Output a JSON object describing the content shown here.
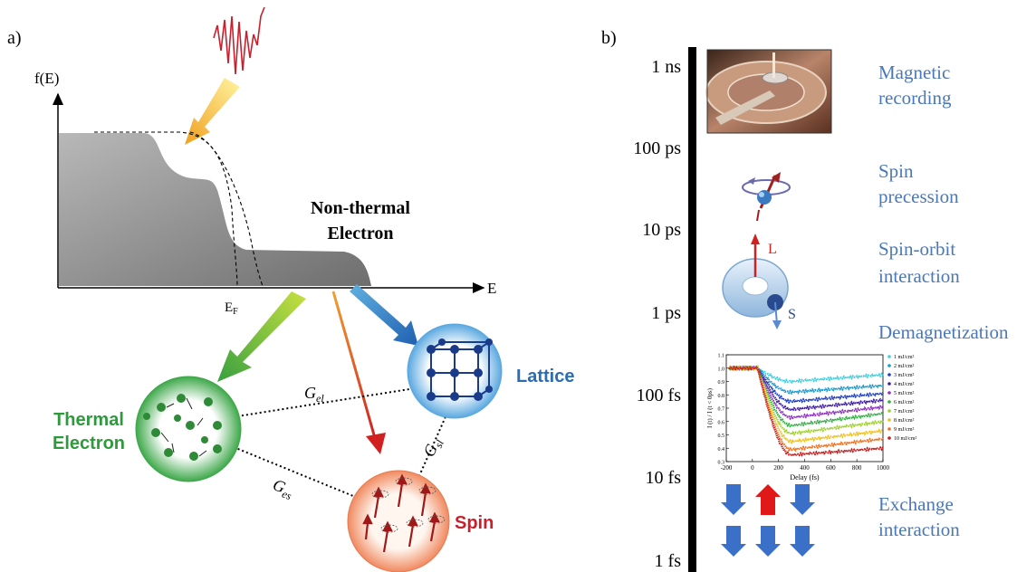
{
  "panel_a": {
    "label": "a)",
    "y_axis_label": "f(E)",
    "x_axis_label": "E",
    "fermi_label": "E",
    "fermi_sub": "F",
    "nonthermal_line1": "Non-thermal",
    "nonthermal_line2": "Electron",
    "thermal_line1": "Thermal",
    "thermal_line2": "Electron",
    "lattice_label": "Lattice",
    "spin_label": "Spin",
    "coupling_el": {
      "g": "G",
      "sub": "el"
    },
    "coupling_sl": {
      "g": "G",
      "sub": "sl"
    },
    "coupling_es": {
      "g": "G",
      "sub": "es"
    },
    "colors": {
      "thermal": "#2e9a3c",
      "lattice": "#2a6db3",
      "spin": "#c8202c",
      "gray_fill": "#9a9a9a"
    }
  },
  "panel_b": {
    "label": "b)",
    "timescale": [
      "1 ns",
      "100 ps",
      "10 ps",
      "1 ps",
      "100 fs",
      "10 fs",
      "1 fs"
    ],
    "processes": [
      {
        "lines": [
          "Magnetic",
          "recording"
        ]
      },
      {
        "lines": [
          "Spin",
          "precession"
        ]
      },
      {
        "lines": [
          "Spin-orbit",
          "interaction"
        ]
      },
      {
        "lines": [
          "Demagnetization"
        ]
      },
      {
        "lines": [
          "Exchange",
          "interaction"
        ]
      }
    ],
    "orbit_labels": {
      "L": "L",
      "S": "S"
    },
    "demag_plot": {
      "xlabel": "Delay (fs)",
      "ylabel": "I (t) / I (t < 0ps)",
      "x_ticks": [
        "-200",
        "0",
        "200",
        "400",
        "600",
        "800",
        "1000"
      ],
      "y_ticks": [
        "1.1",
        "1.0",
        "0.9",
        "0.8",
        "0.7",
        "0.6",
        "0.5",
        "0.4",
        "0.3"
      ],
      "legend": [
        "1 mJ/cm²",
        "2 mJ/cm²",
        "3 mJ/cm²",
        "4 mJ/cm²",
        "5 mJ/cm²",
        "6 mJ/cm²",
        "7 mJ/cm²",
        "8 mJ/cm²",
        "9 mJ/cm²",
        "10 mJ/cm²"
      ],
      "series_colors": [
        "#40d0e0",
        "#1a9ad0",
        "#2040c0",
        "#4020a0",
        "#9030c0",
        "#30b040",
        "#a0d030",
        "#f0c020",
        "#f07020",
        "#c02020"
      ],
      "plateau_values": [
        0.95,
        0.87,
        0.81,
        0.76,
        0.71,
        0.66,
        0.6,
        0.53,
        0.47,
        0.4
      ],
      "min_values": [
        0.9,
        0.82,
        0.75,
        0.69,
        0.63,
        0.57,
        0.51,
        0.45,
        0.39,
        0.35
      ]
    },
    "text_color": "#4a78b8"
  }
}
